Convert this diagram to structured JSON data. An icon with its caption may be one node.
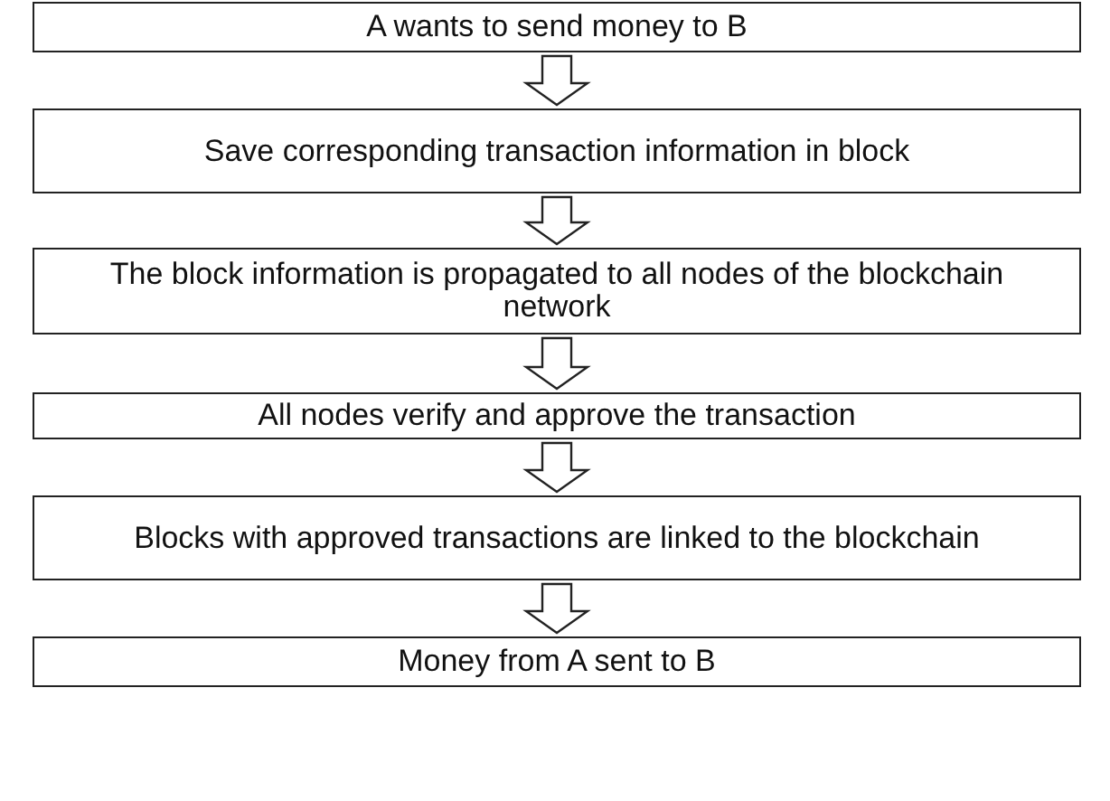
{
  "diagram": {
    "nodes": [
      {
        "text": [
          "A wants to send money to B"
        ]
      },
      {
        "text": [
          "Save corresponding transaction information in block"
        ]
      },
      {
        "text": [
          "The block information is propagated to all nodes of the blockchain network"
        ]
      },
      {
        "text": [
          "All nodes verify and approve the transaction"
        ]
      },
      {
        "text": [
          "Blocks with approved transactions are linked to the blockchain"
        ]
      },
      {
        "text": [
          "Money from A sent to B"
        ]
      }
    ],
    "edges": [
      {
        "from": 0,
        "to": 1,
        "arrow": "to"
      },
      {
        "from": 1,
        "to": 2,
        "arrow": "to"
      },
      {
        "from": 2,
        "to": 3,
        "arrow": "to"
      },
      {
        "from": 3,
        "to": 4,
        "arrow": "to"
      },
      {
        "from": 4,
        "to": 5,
        "arrow": "to"
      }
    ]
  }
}
